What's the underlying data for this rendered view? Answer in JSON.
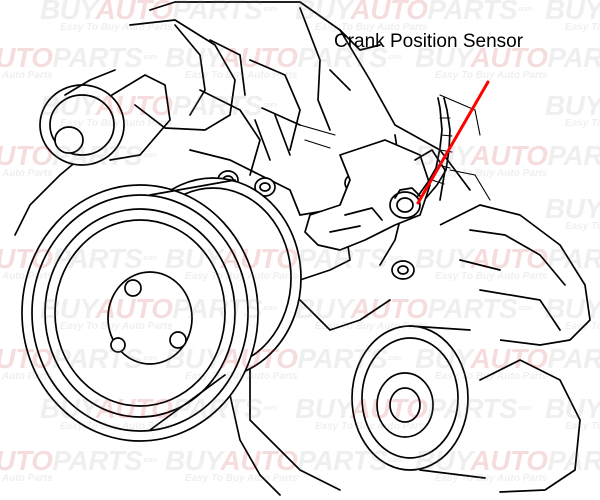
{
  "callout": {
    "label": "Crank Position Sensor",
    "arrow_color": "#ff0000"
  },
  "watermark": {
    "brand_prefix": "BUY",
    "brand_highlight": "AUTO",
    "brand_suffix": "PARTS",
    "domain_suffix": ".com",
    "tagline": "Easy To Buy Auto Parts",
    "gray_color": "#8c8c8c",
    "red_color": "#c00000"
  }
}
